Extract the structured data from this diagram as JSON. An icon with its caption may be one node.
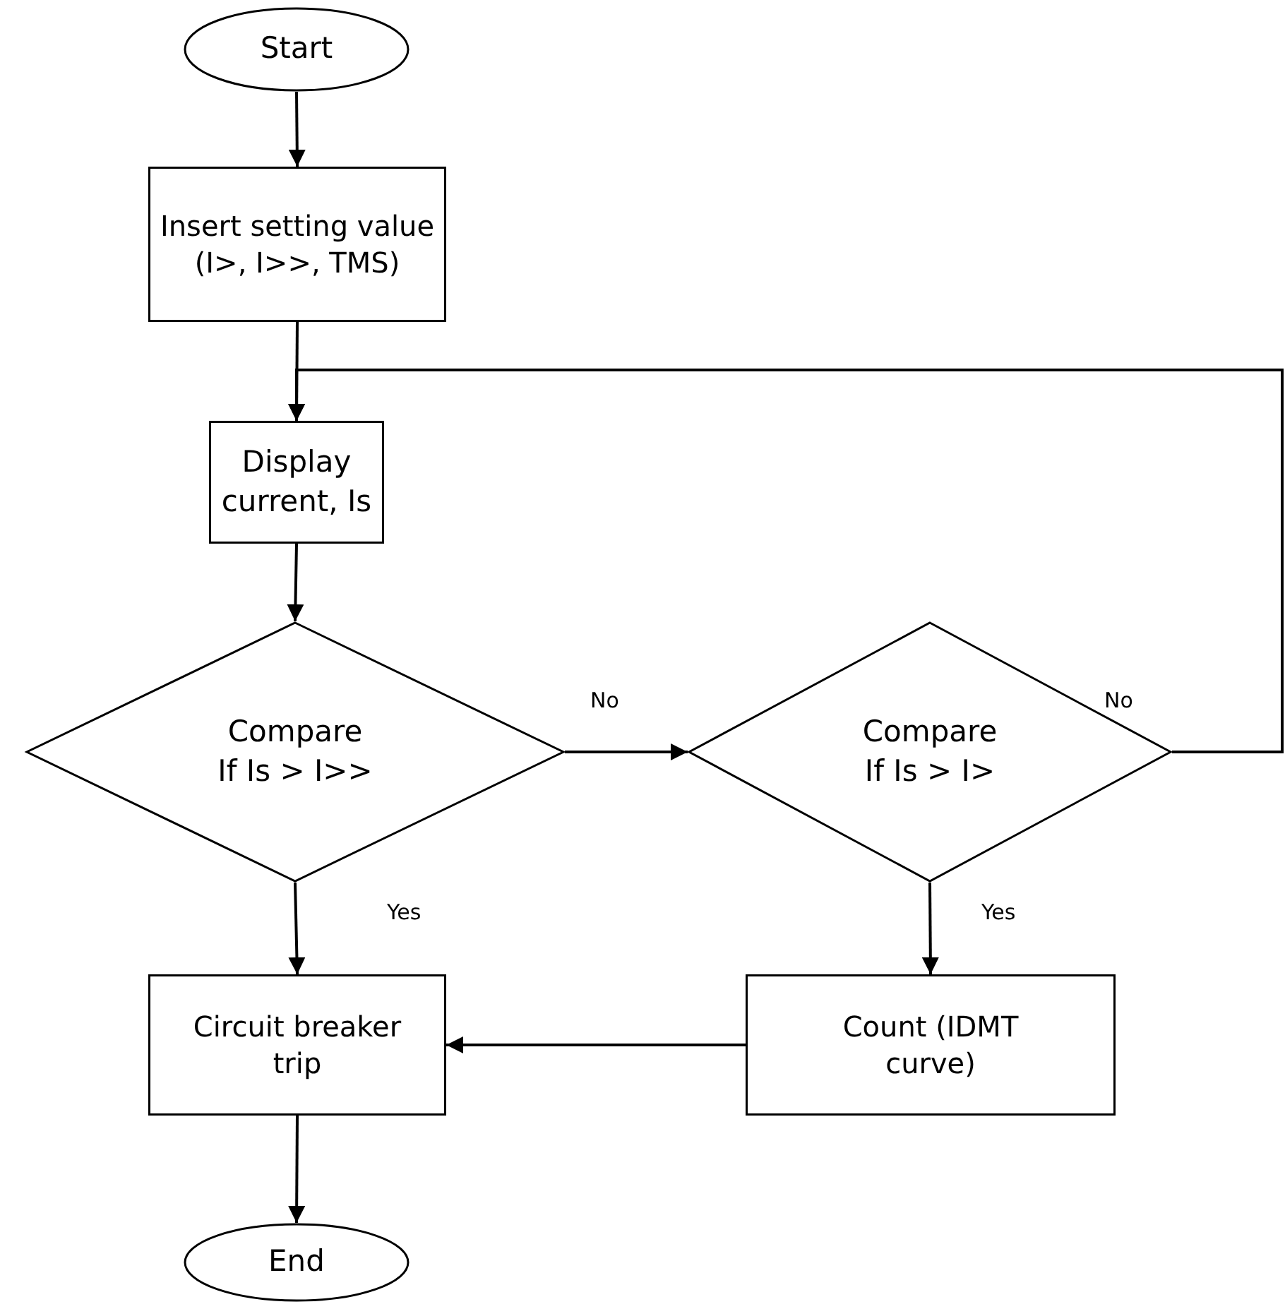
{
  "diagram": {
    "nodes": [
      {
        "text": [
          "Start"
        ]
      },
      {
        "text": [
          "Insert setting value (I>, I>>, TMS)"
        ]
      },
      {
        "text": [
          "Display current, Is"
        ]
      },
      {
        "text": [
          "Compare",
          "If Is > I>>"
        ]
      },
      {
        "text": [
          "Compare",
          "If Is > I>"
        ]
      },
      {
        "text": [
          "Circuit breaker trip"
        ]
      },
      {
        "text": [
          "Count (IDMT curve)"
        ]
      },
      {
        "text": [
          "End"
        ]
      }
    ],
    "edges": [
      {
        "from": 0,
        "to": 1,
        "arrow": "to"
      },
      {
        "from": 1,
        "to": 2,
        "arrow": "to"
      },
      {
        "from": 2,
        "to": 3,
        "arrow": "to"
      },
      {
        "from": 3,
        "to": 4,
        "arrow": "to",
        "label": "No"
      },
      {
        "from": 4,
        "to": 2,
        "arrow": "to",
        "label": "No"
      },
      {
        "from": 3,
        "to": 5,
        "arrow": "to",
        "label": "Yes"
      },
      {
        "from": 4,
        "to": 6,
        "arrow": "to",
        "label": "Yes"
      },
      {
        "from": 6,
        "to": 5,
        "arrow": "to"
      },
      {
        "from": 5,
        "to": 7,
        "arrow": "to"
      }
    ]
  }
}
